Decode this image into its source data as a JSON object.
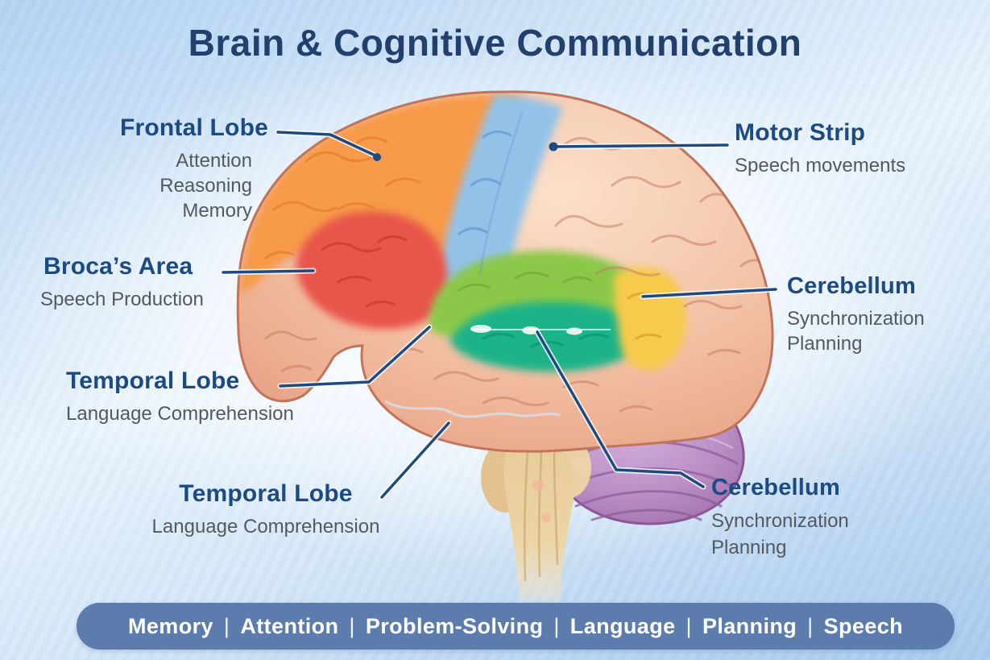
{
  "title": "Brain & Cognitive Communication",
  "labels": {
    "frontal": {
      "name": "Frontal Lobe",
      "functions": [
        "Attention",
        "Reasoning",
        "Memory"
      ]
    },
    "motor": {
      "name": "Motor Strip",
      "functions": [
        "Speech movements"
      ]
    },
    "broca": {
      "name": "Broca’s Area",
      "functions": [
        "Speech Production"
      ]
    },
    "cerebellum_right": {
      "name": "Cerebellum",
      "functions": [
        "Synchronization",
        "Planning"
      ]
    },
    "temporal_left": {
      "name": "Temporal Lobe",
      "functions": [
        "Language Comprehension"
      ]
    },
    "temporal_bottom": {
      "name": "Temporal Lobe",
      "functions": [
        "Language Comprehension"
      ]
    },
    "cerebellum_bottom": {
      "name": "Cerebellum",
      "functions": [
        "Synchronization",
        "Planning"
      ]
    }
  },
  "footer": {
    "items": [
      "Memory",
      "Attention",
      "Problem-Solving",
      "Language",
      "Planning",
      "Speech"
    ],
    "separator": "|"
  },
  "colors": {
    "title_text": "#223f6e",
    "heading_text": "#1b4a84",
    "sub_text": "#54595f",
    "leader_line": "#1d4a80",
    "footer_bar": "#5b7cad",
    "footer_text": "#ffffff",
    "cortex": "#f4c7ac",
    "cortex_outline": "#c1745c",
    "frontal_lobe": "#f79a4a",
    "motor_strip": "#93c2e9",
    "broca_area": "#e8554b",
    "temporal_green_light": "#8bc848",
    "temporal_green_dark": "#1db388",
    "cerebellum_patch_yellow": "#f7ca4b",
    "cerebellum_purple": "#bb92c8",
    "brainstem_tan": "#ead1a2"
  }
}
